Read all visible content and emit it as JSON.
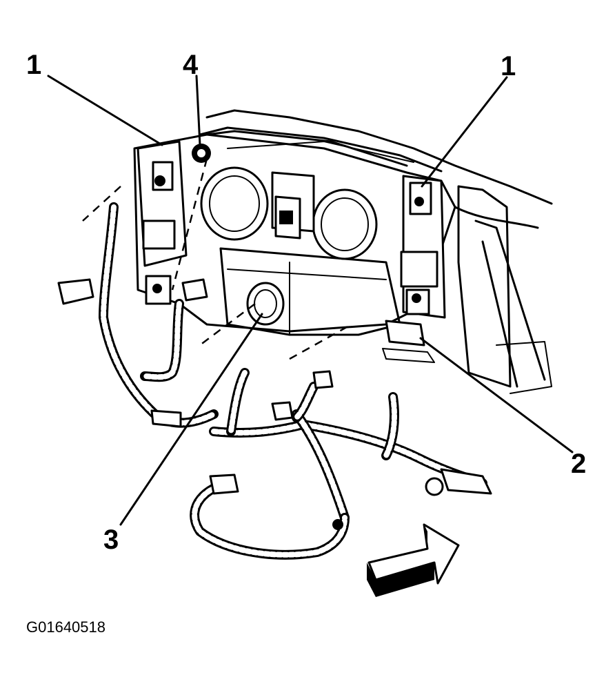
{
  "callouts": {
    "c1_left": "1",
    "c4": "4",
    "c1_right": "1",
    "c2": "2",
    "c3": "3"
  },
  "figure_code": "G01640518",
  "icons": [
    "direction-arrow-icon"
  ]
}
